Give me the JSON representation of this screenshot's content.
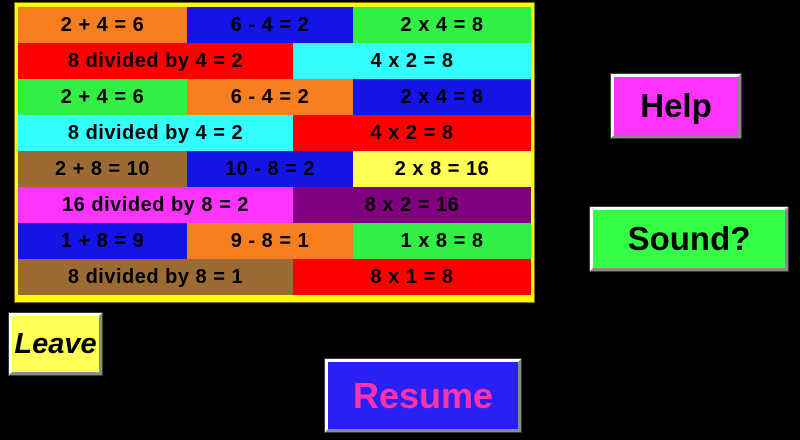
{
  "app": {
    "background_color": "#000000",
    "title": "Math Facts Table"
  },
  "fact_table": {
    "frame_color": "#ffff00",
    "rows": [
      {
        "type": "three",
        "cells": [
          {
            "text": "2 + 4 = 6",
            "bg": "#f57e20"
          },
          {
            "text": "6 - 4 = 2",
            "bg": "#1414e6"
          },
          {
            "text": "2 x 4 = 8",
            "bg": "#33ee44"
          }
        ]
      },
      {
        "type": "two",
        "cells": [
          {
            "text": "8 divided by 4 = 2",
            "bg": "#ff0000"
          },
          {
            "text": "4 x 2 = 8",
            "bg": "#33ffff"
          }
        ]
      },
      {
        "type": "three",
        "cells": [
          {
            "text": "2 + 4 = 6",
            "bg": "#33ee44"
          },
          {
            "text": "6 - 4 = 2",
            "bg": "#f57e20"
          },
          {
            "text": "2 x 4 = 8",
            "bg": "#1414e6"
          }
        ]
      },
      {
        "type": "two",
        "cells": [
          {
            "text": "8 divided by 4 = 2",
            "bg": "#33ffff"
          },
          {
            "text": "4 x 2 = 8",
            "bg": "#ff0000"
          }
        ]
      },
      {
        "type": "three",
        "cells": [
          {
            "text": "2 + 8 = 10",
            "bg": "#9c6b33"
          },
          {
            "text": "10 - 8 = 2",
            "bg": "#1414e6"
          },
          {
            "text": "2 x 8 = 16",
            "bg": "#ffff55"
          }
        ]
      },
      {
        "type": "two",
        "cells": [
          {
            "text": "16 divided by 8 = 2",
            "bg": "#ff33ff"
          },
          {
            "text": "8 x 2 = 16",
            "bg": "#800080"
          }
        ]
      },
      {
        "type": "three",
        "cells": [
          {
            "text": "1 + 8 = 9",
            "bg": "#1414e6"
          },
          {
            "text": "9 - 8 = 1",
            "bg": "#f57e20"
          },
          {
            "text": "1 x 8 = 8",
            "bg": "#33ee44"
          }
        ]
      },
      {
        "type": "two",
        "cells": [
          {
            "text": "8 divided by 8 = 1",
            "bg": "#9c6b33"
          },
          {
            "text": "8 x 1 = 8",
            "bg": "#ff0000"
          }
        ]
      }
    ]
  },
  "buttons": {
    "help": {
      "label": "Help",
      "bg": "#ff33ff",
      "text_color": "#000000"
    },
    "sound": {
      "label": "Sound?",
      "bg": "#33ff44",
      "text_color": "#000000"
    },
    "leave": {
      "label": "Leave",
      "bg": "#ffff55",
      "text_color": "#000000"
    },
    "resume": {
      "label": "Resume",
      "bg": "#2a20f5",
      "text_color": "#ff33aa"
    }
  }
}
